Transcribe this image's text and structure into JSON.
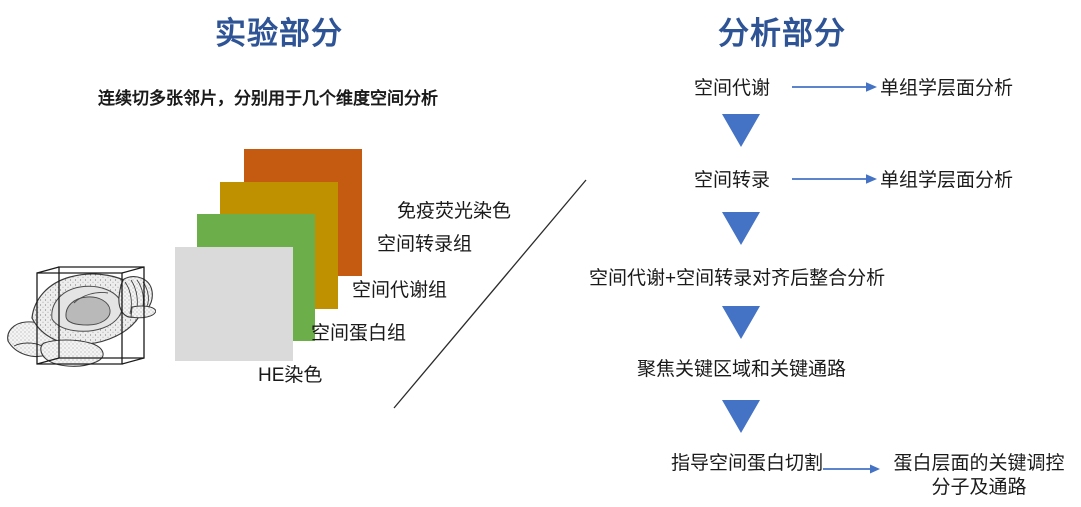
{
  "colors": {
    "title_blue": "#2E5496",
    "flow_blue": "#4472C4",
    "slide_orange": "#C55A11",
    "slide_gold": "#BF9000",
    "slide_green": "#6CAE4A",
    "slide_gray": "#DADADA",
    "text_black": "#1A1A1A"
  },
  "experiment": {
    "title": "实验部分",
    "subtitle": "连续切多张邻片，分别用于几个维度空间分析",
    "slides": [
      {
        "label": "免疫荧光染色",
        "color": "#C55A11"
      },
      {
        "label": "空间转录组",
        "color": "#BF9000"
      },
      {
        "label": "空间代谢组",
        "color": "#6CAE4A"
      },
      {
        "label": "空间蛋白组",
        "color": "#DADADA"
      },
      {
        "label": "HE染色",
        "color": "#DADADA"
      }
    ]
  },
  "analysis": {
    "title": "分析部分",
    "steps": [
      {
        "label": "空间代谢"
      },
      {
        "label": "空间转录"
      },
      {
        "label": "空间代谢+空间转录对齐后整合分析"
      },
      {
        "label": "聚焦关键区域和关键通路"
      },
      {
        "label": "指导空间蛋白切割"
      }
    ],
    "results": [
      {
        "label": "单组学层面分析"
      },
      {
        "label": "单组学层面分析"
      },
      {
        "label": "蛋白层面的关键调控分子及通路"
      }
    ]
  }
}
